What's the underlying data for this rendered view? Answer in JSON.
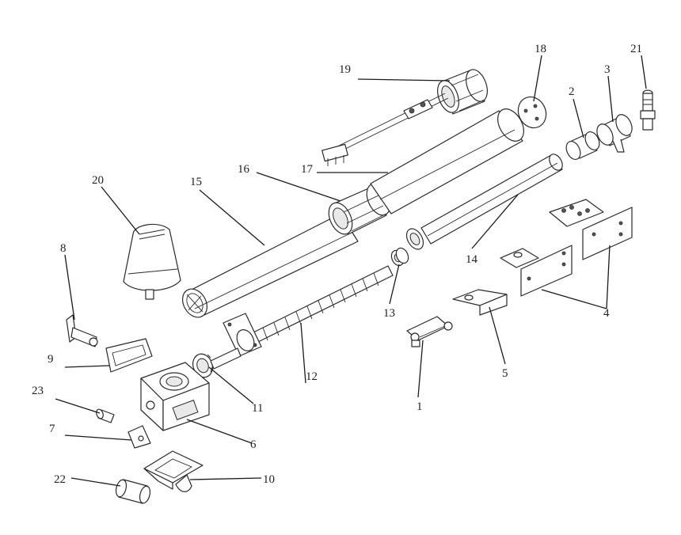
{
  "labels": {
    "p1": "1",
    "p2": "2",
    "p3": "3",
    "p4": "4",
    "p5": "5",
    "p6": "6",
    "p7": "7",
    "p8": "8",
    "p9": "9",
    "p10": "10",
    "p11": "11",
    "p12": "12",
    "p13": "13",
    "p14": "14",
    "p15": "15",
    "p16": "16",
    "p17": "17",
    "p18": "18",
    "p19": "19",
    "p20": "20",
    "p21": "21",
    "p22": "22",
    "p23": "23"
  }
}
